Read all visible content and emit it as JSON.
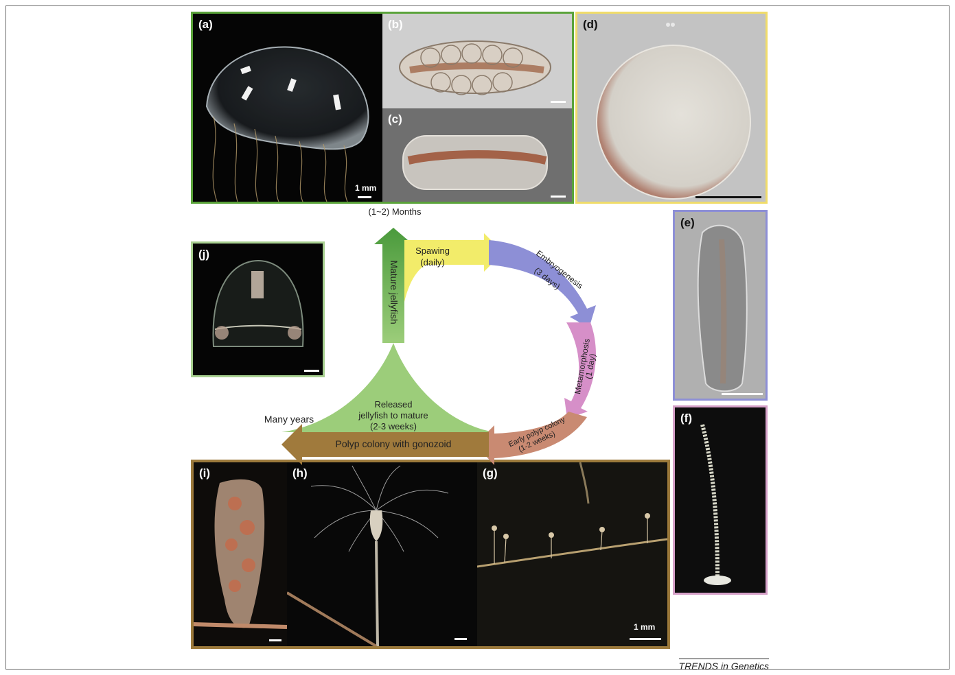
{
  "panels": {
    "a": {
      "label": "(a)",
      "scale": "1 mm"
    },
    "b": {
      "label": "(b)"
    },
    "c": {
      "label": "(c)"
    },
    "d": {
      "label": "(d)"
    },
    "e": {
      "label": "(e)"
    },
    "f": {
      "label": "(f)"
    },
    "g": {
      "label": "(g)",
      "scale": "1 mm"
    },
    "h": {
      "label": "(h)"
    },
    "i": {
      "label": "(i)"
    },
    "j": {
      "label": "(j)"
    }
  },
  "cycle": {
    "months": "(1~2) Months",
    "mature": "Mature jellyfish",
    "spawning": "Spawing",
    "spawning_freq": "(daily)",
    "embryogenesis": "Embryogenesis",
    "embryogenesis_dur": "(3 days)",
    "metamorphosis": "Metamorphosis",
    "metamorphosis_dur": "(1 day)",
    "early_polyp": "Early polyp colony",
    "early_polyp_dur": "(1-2 weeks)",
    "polyp_colony": "Polyp colony with gonozoid",
    "released_1": "Released",
    "released_2": "jellyfish to mature",
    "released_3": "(2-3 weeks)",
    "many_years": "Many years"
  },
  "colors": {
    "green_dark": "#4a9a3c",
    "green_light": "#9ccd7a",
    "yellow": "#f2ec6a",
    "blue": "#8d8fd6",
    "pink": "#d68fc8",
    "salmon": "#c98a72",
    "brown": "#a07a3c",
    "frame_green": "#5aa33a",
    "frame_yellow": "#f0dc6a",
    "frame_blue": "#8d8fd6",
    "frame_pink": "#d6a0c8",
    "frame_brown": "#9c7a3c",
    "frame_lightgreen": "#a8d090"
  },
  "credit": "TRENDS in Genetics"
}
